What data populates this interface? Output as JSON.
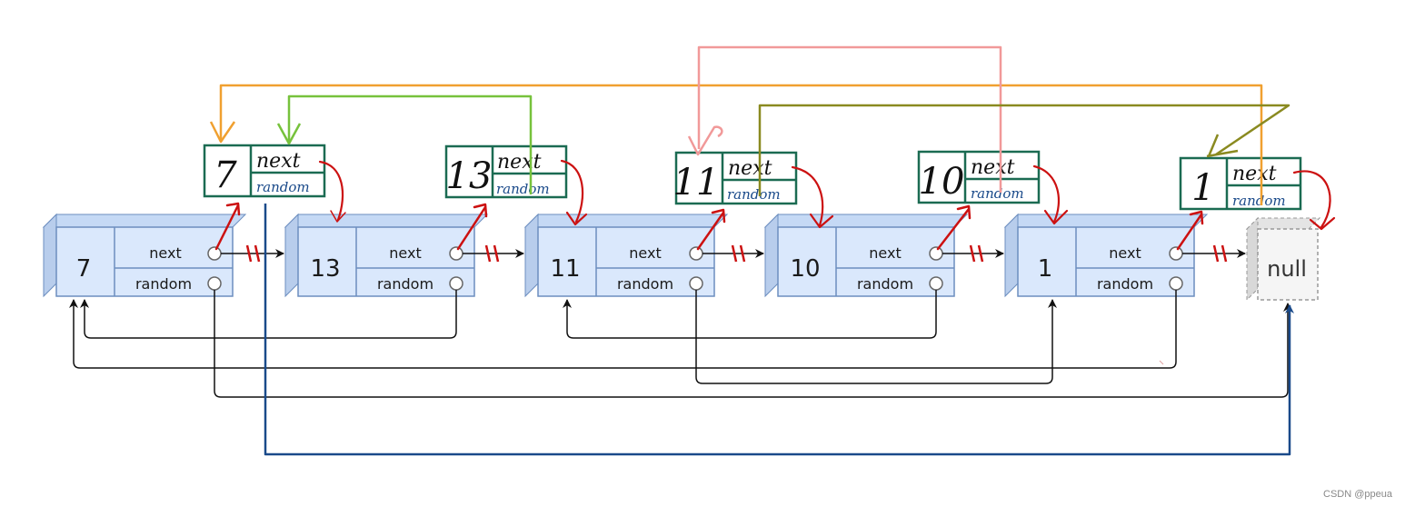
{
  "original_nodes": [
    {
      "value": "7",
      "next_label": "next",
      "random_label": "random"
    },
    {
      "value": "13",
      "next_label": "next",
      "random_label": "random"
    },
    {
      "value": "11",
      "next_label": "next",
      "random_label": "random"
    },
    {
      "value": "10",
      "next_label": "next",
      "random_label": "random"
    },
    {
      "value": "1",
      "next_label": "next",
      "random_label": "random"
    }
  ],
  "copied_nodes": [
    {
      "value": "7",
      "next_label": "next",
      "random_label": "random"
    },
    {
      "value": "13",
      "next_label": "next",
      "random_label": "random"
    },
    {
      "value": "11",
      "next_label": "next",
      "random_label": "random"
    },
    {
      "value": "10",
      "next_label": "next",
      "random_label": "random"
    },
    {
      "value": "1",
      "next_label": "next",
      "random_label": "random"
    }
  ],
  "null_label": "null",
  "watermark": "CSDN @ppeua",
  "colors": {
    "node_fill": "#dae8fc",
    "node_stroke": "#6c8ebf",
    "copy_stroke": "#1b6b52",
    "red": "#cc1111",
    "orange": "#f0a030",
    "green": "#77c23c",
    "pink": "#f19999",
    "olive": "#8a8a20",
    "navy": "#1a4a8a"
  }
}
